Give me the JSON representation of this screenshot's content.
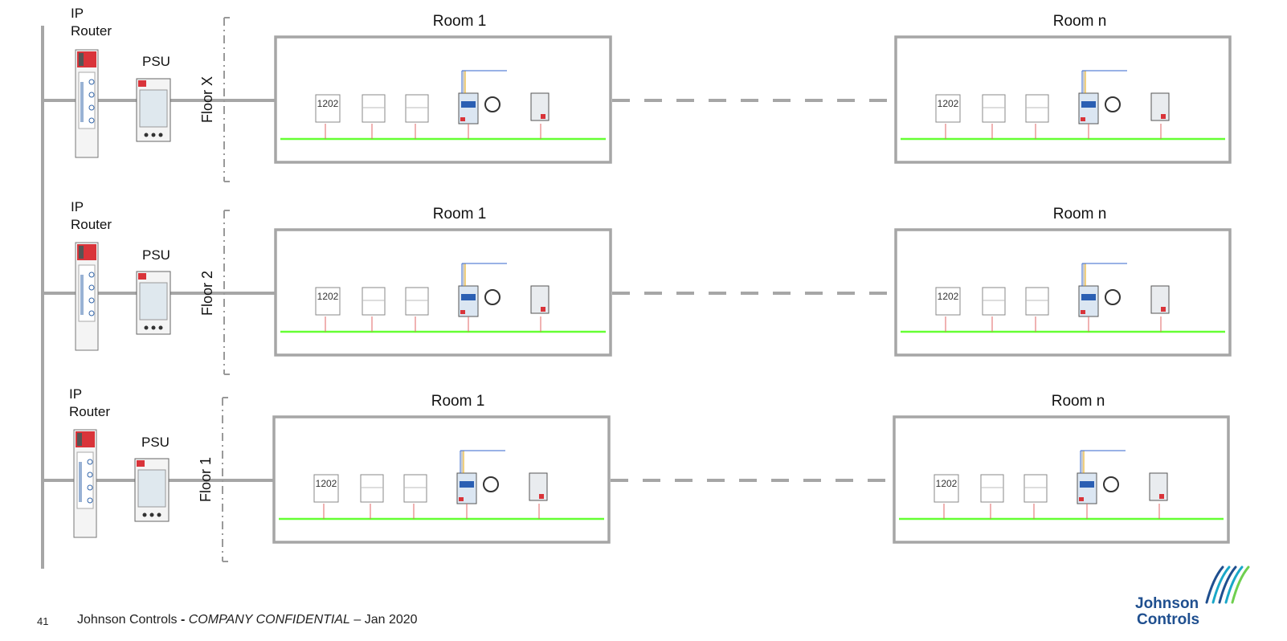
{
  "floors": [
    {
      "label": "Floor X",
      "router_label": [
        "IP",
        "Router"
      ],
      "psu_label": "PSU",
      "rooms": [
        {
          "title": "Room 1"
        },
        {
          "title": "Room n"
        }
      ]
    },
    {
      "label": "Floor 2",
      "router_label": [
        "IP",
        "Router"
      ],
      "psu_label": "PSU",
      "rooms": [
        {
          "title": "Room 1"
        },
        {
          "title": "Room n"
        }
      ]
    },
    {
      "label": "Floor 1",
      "router_label": [
        "IP",
        "Router"
      ],
      "psu_label": "PSU",
      "rooms": [
        {
          "title": "Room 1"
        },
        {
          "title": "Room n"
        }
      ]
    }
  ],
  "room_device_display_value": "1202",
  "footer": {
    "page_number": "41",
    "company": "Johnson Controls",
    "separator": " - ",
    "confidential": "COMPANY CONFIDENTIAL",
    "date": " – Jan 2020"
  },
  "logo": {
    "line1": "Johnson",
    "line2": "Controls"
  },
  "colors": {
    "bus_line": "#a6a6a6",
    "room_border": "#a6a6a6",
    "device_bus_green": "#66ff33",
    "logo_blue": "#1f4f8f",
    "logo_teal": "#1aa7c8",
    "router_red": "#d9343a"
  }
}
